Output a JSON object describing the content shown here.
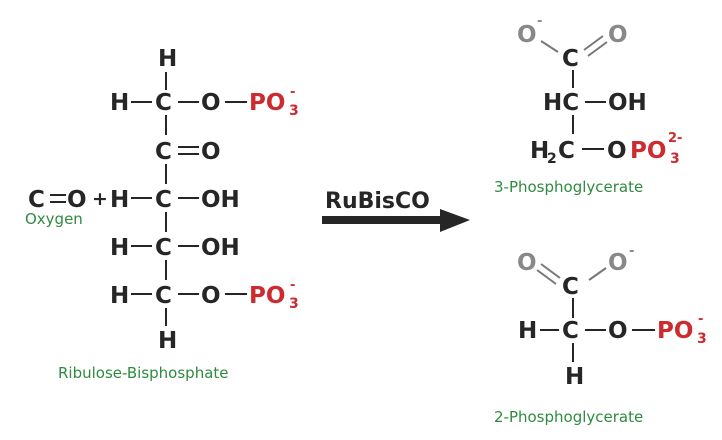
{
  "title": "RuBisCO oxygenation of Ribulose-Bisphosphate",
  "colors": {
    "atom": "#262626",
    "phosphate": "#cc2b2f",
    "carboxylate_oxygen": "#888888",
    "label": "#2e8b3f",
    "arrow": "#262626"
  },
  "reactants": {
    "oxygen": {
      "formula": "C=O",
      "atoms": {
        "left": "C",
        "right": "O"
      },
      "plus": "+",
      "label": "Oxygen"
    },
    "ribulose": {
      "label": "Ribulose-Bisphosphate",
      "atoms": {
        "top_h": "H",
        "c1_h": "H",
        "c1": "C",
        "c1_o": "O",
        "c1_p": "PO",
        "c1_p_sub": "3",
        "c1_p_sup": "-",
        "c2": "C",
        "c2_o": "O",
        "c3_h": "H",
        "c3": "C",
        "c3_oh": "OH",
        "c4_h": "H",
        "c4": "C",
        "c4_oh": "OH",
        "c5_h": "H",
        "c5": "C",
        "c5_o": "O",
        "c5_p": "PO",
        "c5_p_sub": "3",
        "c5_p_sup": "-",
        "bottom_h": "H"
      }
    }
  },
  "enzyme": {
    "name": "RuBisCO",
    "arrow": "right-arrow"
  },
  "products": [
    {
      "label": "3-Phosphoglycerate",
      "atoms": {
        "o_minus": "O",
        "o_minus_charge": "-",
        "o_double": "O",
        "c1": "C",
        "c2": "HC",
        "c2_oh": "OH",
        "c3_h": "H",
        "c3_h_sub": "2",
        "c3": "C",
        "c3_o": "O",
        "p": "PO",
        "p_sub": "3",
        "p_sup": "2-"
      }
    },
    {
      "label": "2-Phosphoglycerate",
      "atoms": {
        "o_double": "O",
        "o_minus": "O",
        "o_minus_charge": "-",
        "c1": "C",
        "c2_h": "H",
        "c2": "C",
        "c2_o": "O",
        "p": "PO",
        "p_sub": "3",
        "p_sup": "-",
        "bottom_h": "H"
      }
    }
  ]
}
